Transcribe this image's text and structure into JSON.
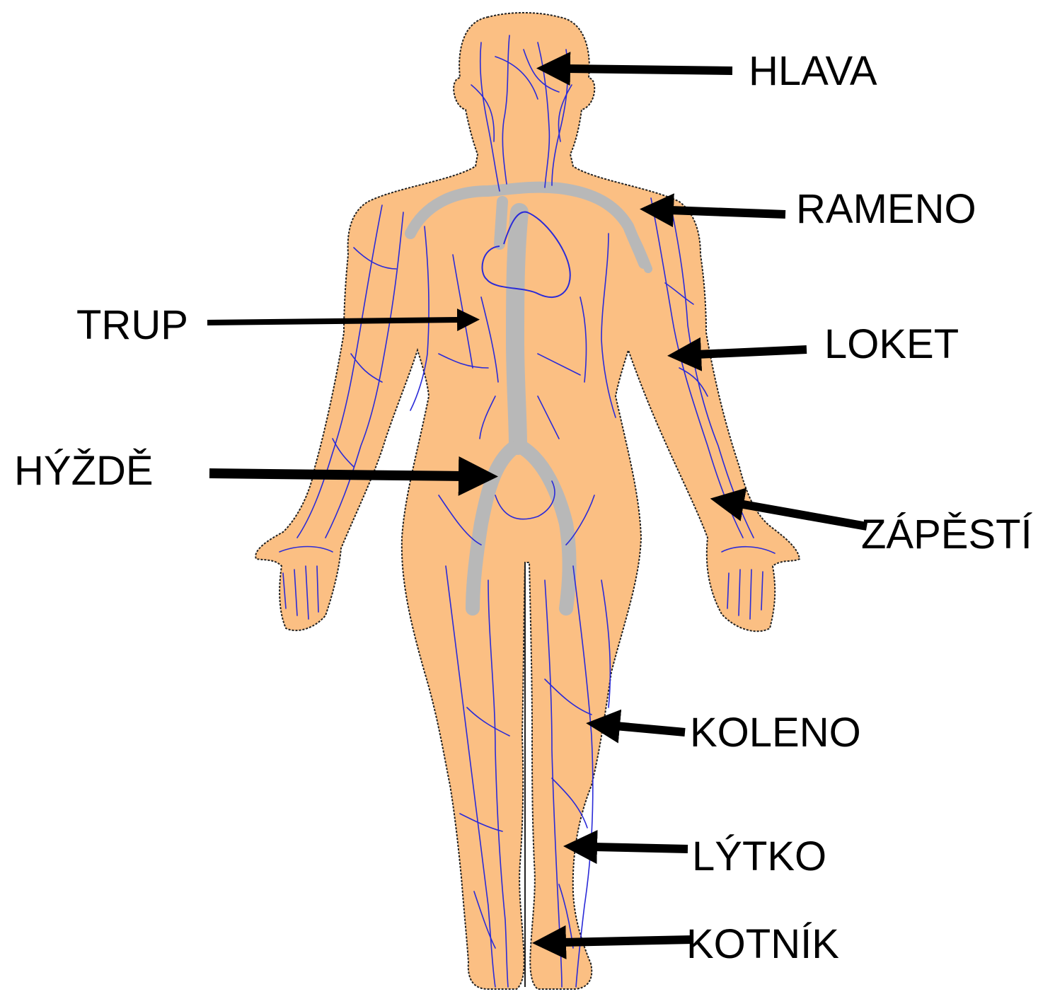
{
  "colors": {
    "skin": "#fbbf83",
    "vein": "#2a2ad8",
    "vessel": "#b8b8b8",
    "arrow": "#000000",
    "outline": "#222222"
  },
  "labels": {
    "head": "HLAVA",
    "shoulder": "RAMENO",
    "trunk": "TRUP",
    "elbow": "LOKET",
    "buttocks": "HÝŽDĚ",
    "wrist": "ZÁPĚSTÍ",
    "knee": "KOLENO",
    "calf": "LÝTKO",
    "ankle": "KOTNÍK"
  }
}
